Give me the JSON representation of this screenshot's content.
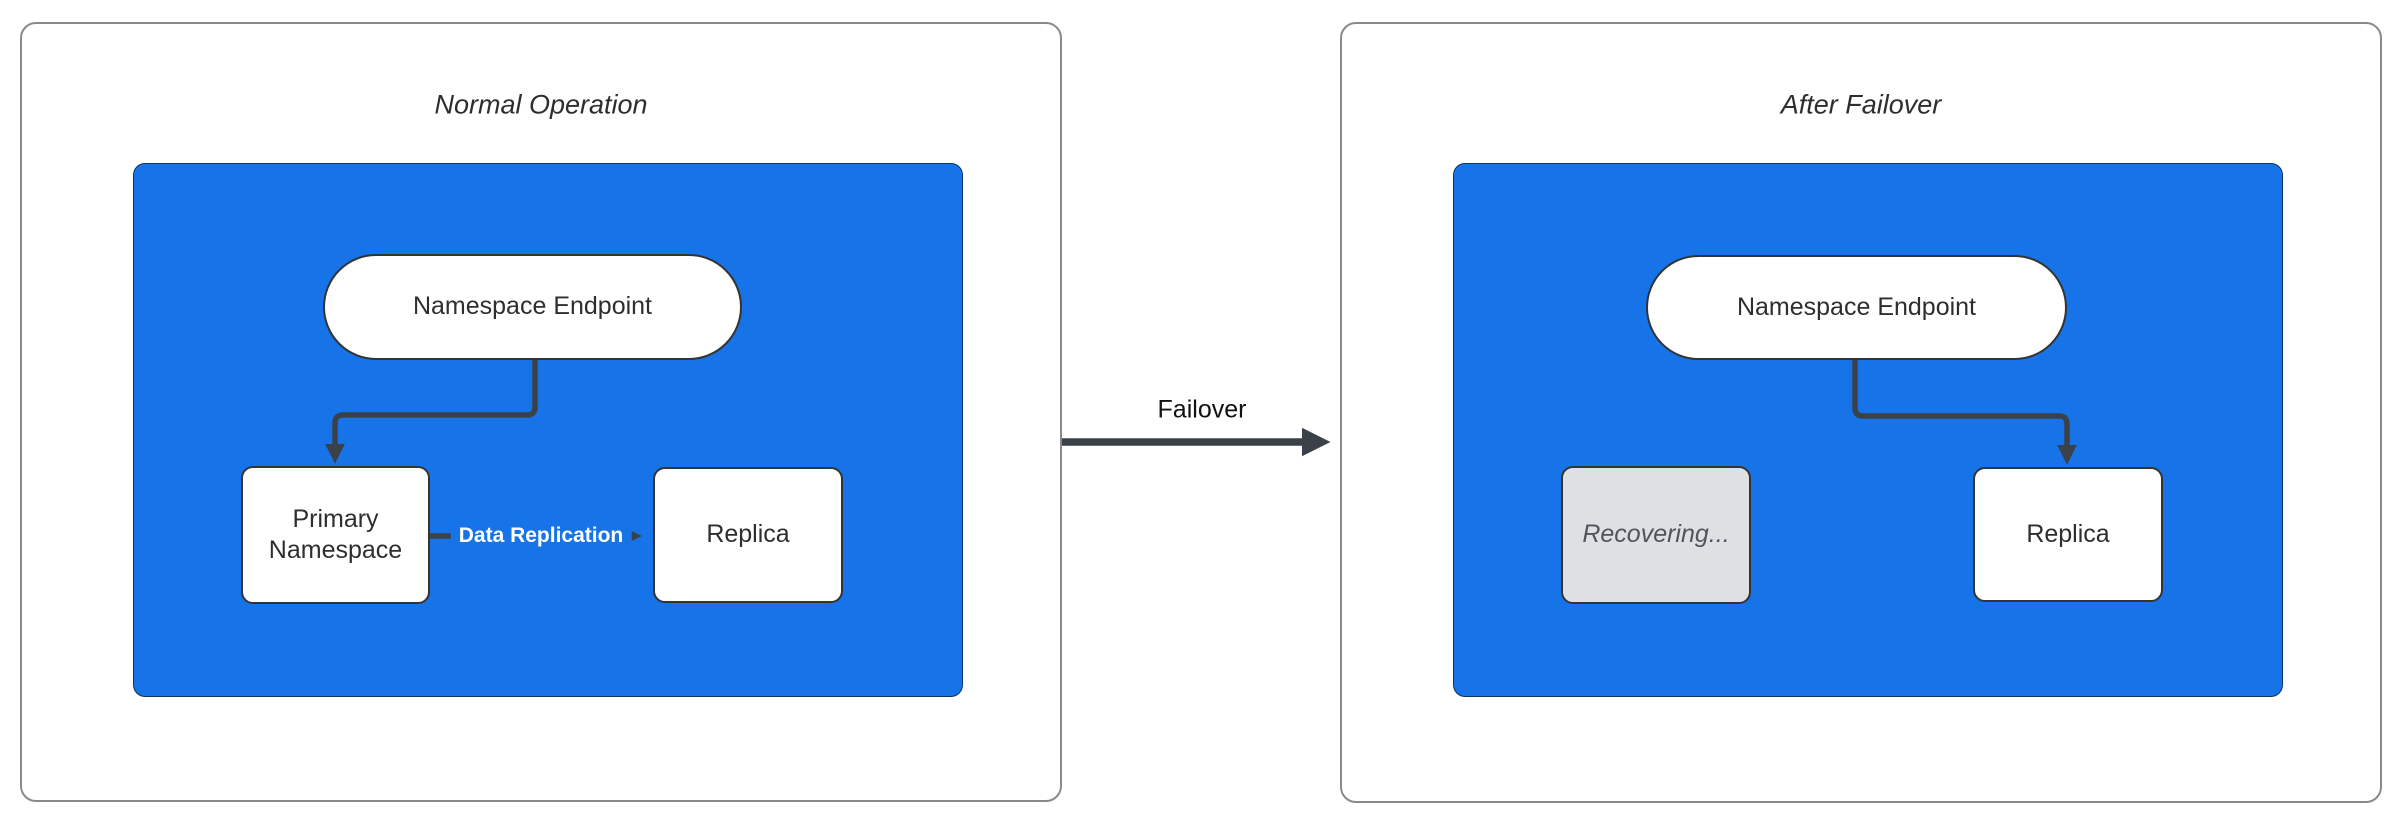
{
  "colors": {
    "container_blue": "#1674E8",
    "node_border": "#333333",
    "edge_color": "#3A4148",
    "recovering_fill": "#DEE0E3",
    "recovering_text": "#50555C",
    "panel_border": "#8A8A8A",
    "text_color": "#2E2E2E",
    "edge_label_text": "#FFFFFF"
  },
  "panels": [
    {
      "title": "Normal Operation",
      "nodes": {
        "endpoint": "Namespace Endpoint",
        "primary": "Primary Namespace",
        "replica": "Replica"
      },
      "edge_label": "Data Replication"
    },
    {
      "title": "After Failover",
      "nodes": {
        "endpoint": "Namespace Endpoint",
        "recovering": "Recovering...",
        "replica": "Replica"
      }
    }
  ],
  "transition": {
    "label": "Failover"
  }
}
